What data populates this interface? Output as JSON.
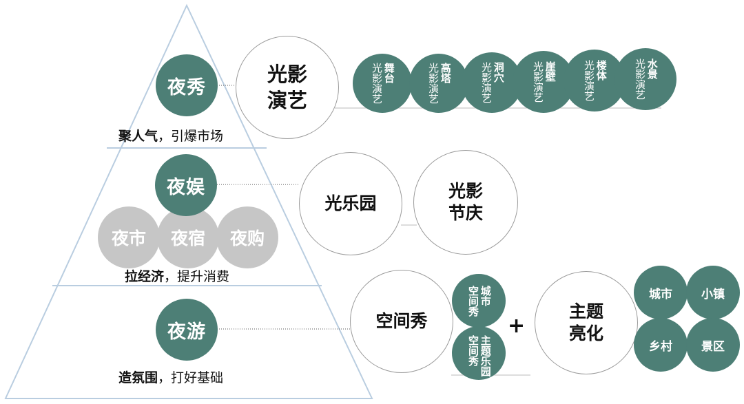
{
  "pyramid": {
    "top": {
      "title": "夜秀",
      "caption_bold": "聚人气",
      "caption_rest": "，引爆市场",
      "main_circle": "光影\n演艺",
      "subs": [
        {
          "top": "舞台",
          "side": "光影演艺"
        },
        {
          "top": "高塔",
          "side": "光影演艺"
        },
        {
          "top": "洞穴",
          "side": "光影演艺"
        },
        {
          "top": "崖壁",
          "side": "光影演艺"
        },
        {
          "top": "楼体",
          "side": "光影演艺"
        },
        {
          "top": "水景",
          "side": "光影演艺"
        }
      ]
    },
    "middle": {
      "title": "夜娱",
      "grey_items": [
        "夜市",
        "夜宿",
        "夜购"
      ],
      "caption_bold": "拉经济",
      "caption_rest": "，提升消费",
      "circles": [
        "光乐园",
        "光影\n节庆"
      ]
    },
    "bottom": {
      "title": "夜游",
      "caption_bold": "造氛围",
      "caption_rest": "，打好基础",
      "main_circle": "空间秀",
      "subs": [
        {
          "right": "城市",
          "left": "空间秀"
        },
        {
          "right": "主题乐园",
          "left": "空间秀"
        }
      ],
      "plus": "+",
      "theme_circle": "主题\n亮化",
      "grid": [
        "城市",
        "小镇",
        "乡村",
        "景区"
      ]
    }
  },
  "colors": {
    "teal": "#4d7f76",
    "grey": "#c6c6c6",
    "pyramid_line": "#b9cde0"
  }
}
